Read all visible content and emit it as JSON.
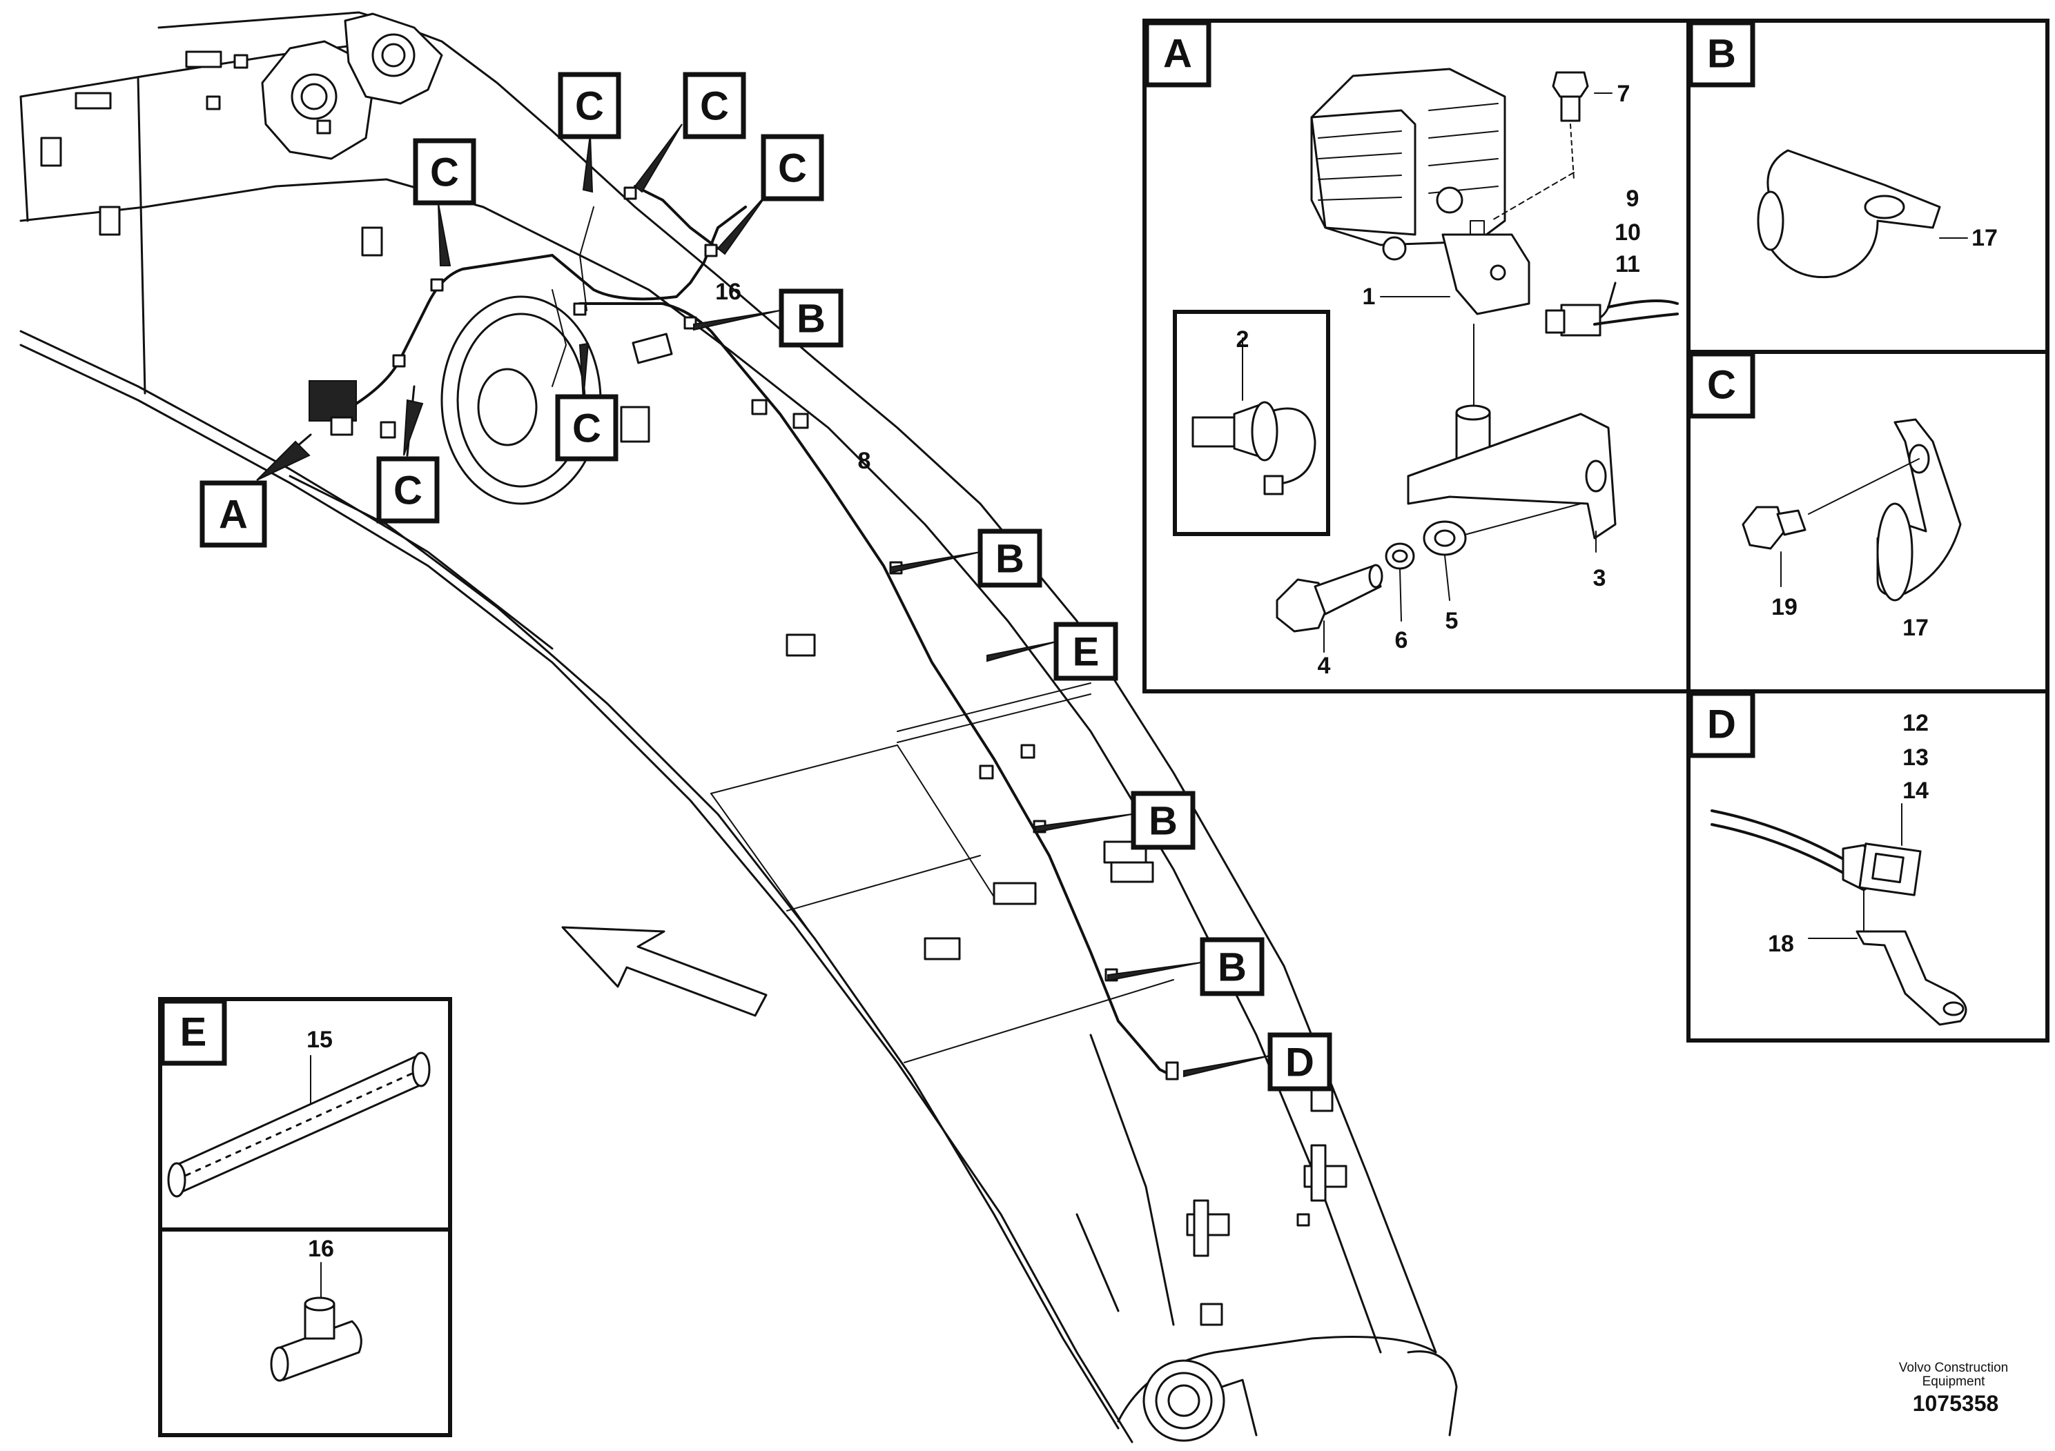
{
  "callouts": {
    "A": "A",
    "B": "B",
    "C": "C",
    "D": "D",
    "E": "E"
  },
  "panels": {
    "A": "A",
    "B": "B",
    "C": "C",
    "D": "D",
    "E": "E"
  },
  "parts": {
    "p1": "1",
    "p2": "2",
    "p3": "3",
    "p4": "4",
    "p5": "5",
    "p6": "6",
    "p7": "7",
    "p8": "8",
    "p9": "9",
    "p10": "10",
    "p11": "11",
    "p12": "12",
    "p13": "13",
    "p14": "14",
    "p15": "15",
    "p16": "16",
    "p17": "17",
    "p18": "18",
    "p19": "19"
  },
  "footer": {
    "brand_line1": "Volvo Construction",
    "brand_line2": "Equipment",
    "doc_number": "1075358"
  }
}
